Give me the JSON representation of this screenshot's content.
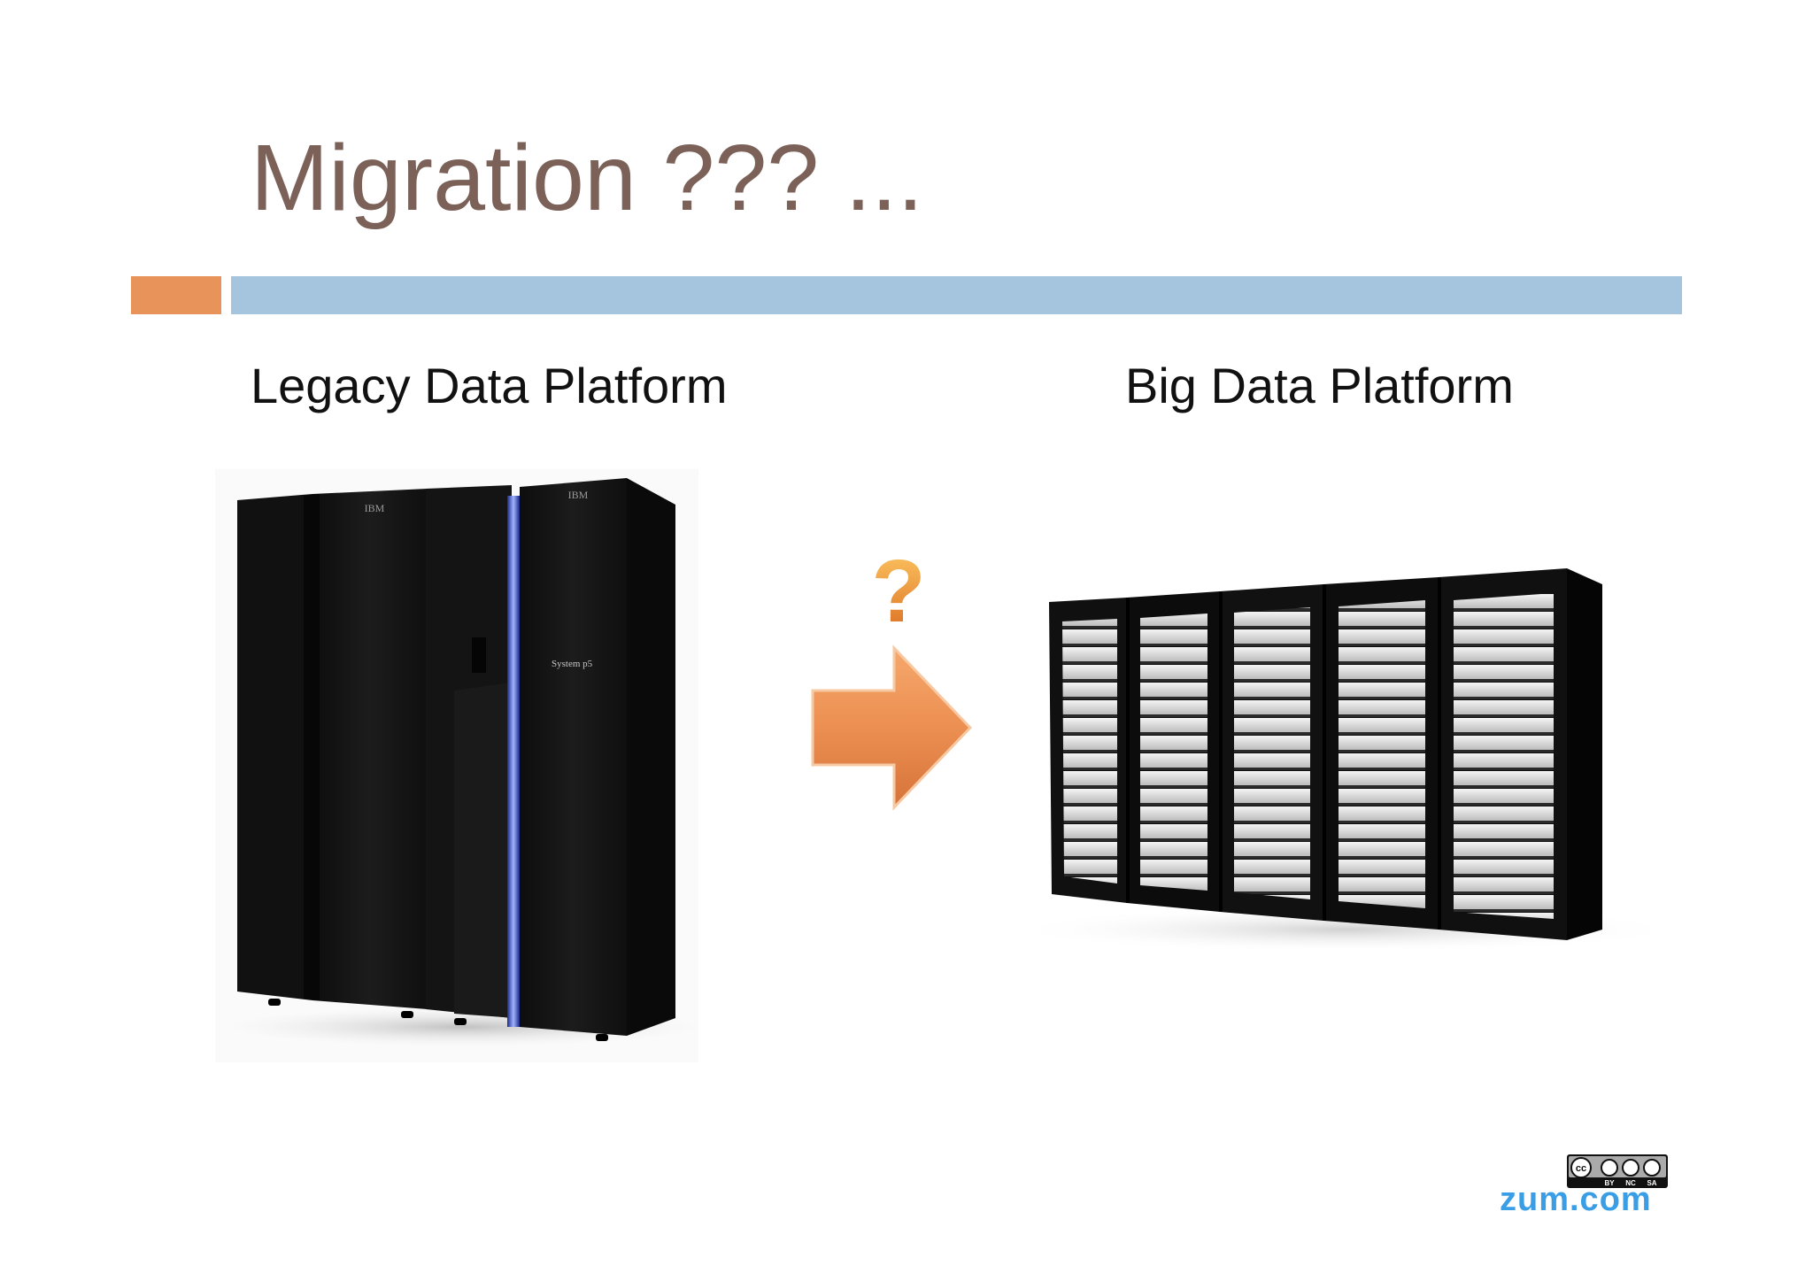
{
  "slide": {
    "title": "Migration ??? ...",
    "left_label": "Legacy Data Platform",
    "right_label": "Big Data Platform",
    "mainframe_brand_left": "IBM",
    "mainframe_brand_right": "IBM",
    "mainframe_model": "System p5",
    "question_mark": "?",
    "license_badge": {
      "by": "BY",
      "nc": "NC",
      "sa": "SA",
      "cc": "cc"
    },
    "brand": "zum.com"
  },
  "colors": {
    "title": "#7b6158",
    "orange_accent": "#e8935a",
    "blue_bar": "#a5c4dd",
    "brand_blue": "#3a9ee6"
  },
  "icons": [
    "question-icon",
    "right-arrow-icon",
    "creative-commons-icon"
  ]
}
